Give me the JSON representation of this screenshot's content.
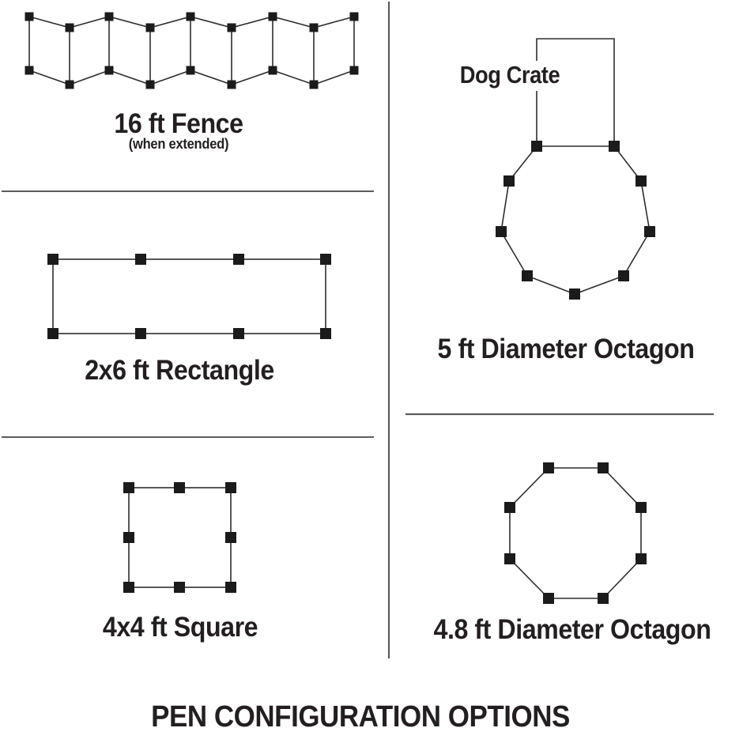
{
  "title": "PEN CONFIGURATION OPTIONS",
  "colors": {
    "background": "#ffffff",
    "line": "#2e2e2e",
    "divider": "#5a5a5a",
    "divider_dark": "#262626",
    "marker": "#1b1b1b",
    "text": "#231f20"
  },
  "figures": {
    "fence": {
      "label": "16 ft Fence",
      "sublabel": "(when extended)"
    },
    "rectangle": {
      "label": "2x6 ft Rectangle"
    },
    "square": {
      "label": "4x4 ft Square"
    },
    "octagon_5ft": {
      "label": "5 ft Diameter Octagon",
      "annotation": "Dog Crate"
    },
    "octagon_4_8ft": {
      "label": "4.8 ft Diameter Octagon"
    }
  }
}
